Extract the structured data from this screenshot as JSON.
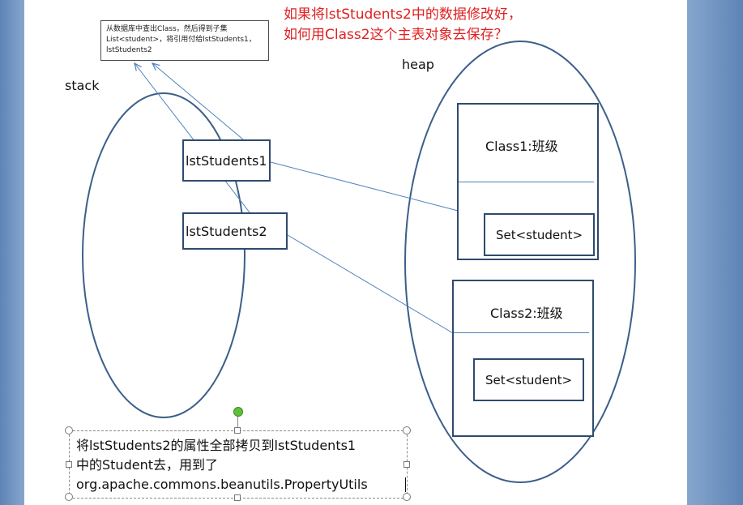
{
  "labels": {
    "stack": "stack",
    "heap": "heap"
  },
  "note": {
    "lines": [
      "从数据库中查出Class，然后得到子集",
      "List<student>，将引用付给lstStudents1，",
      "lstStudents2"
    ]
  },
  "question": {
    "lines": [
      "如果将lstStudents2中的数据修改好，",
      "如何用Class2这个主表对象去保存？"
    ]
  },
  "stack_refs": [
    {
      "label": "lstStudents1"
    },
    {
      "label": "lstStudents2"
    }
  ],
  "heap_objects": [
    {
      "title": "Class1:班级",
      "set_label": "Set<student>"
    },
    {
      "title": "Class2:班级",
      "set_label": "Set<student>"
    }
  ],
  "textbox": {
    "lines": [
      "将lstStudents2的属性全部拷贝到lstStudents1",
      "中的Student去，用到了",
      "org.apache.commons.beanutils.PropertyUtils"
    ]
  },
  "colors": {
    "question": "#e02020",
    "outline": "#2f4a6e",
    "arrow": "#4f81bd",
    "slide_bg": "#ffffff",
    "frame_bg": "#6f93c0"
  }
}
